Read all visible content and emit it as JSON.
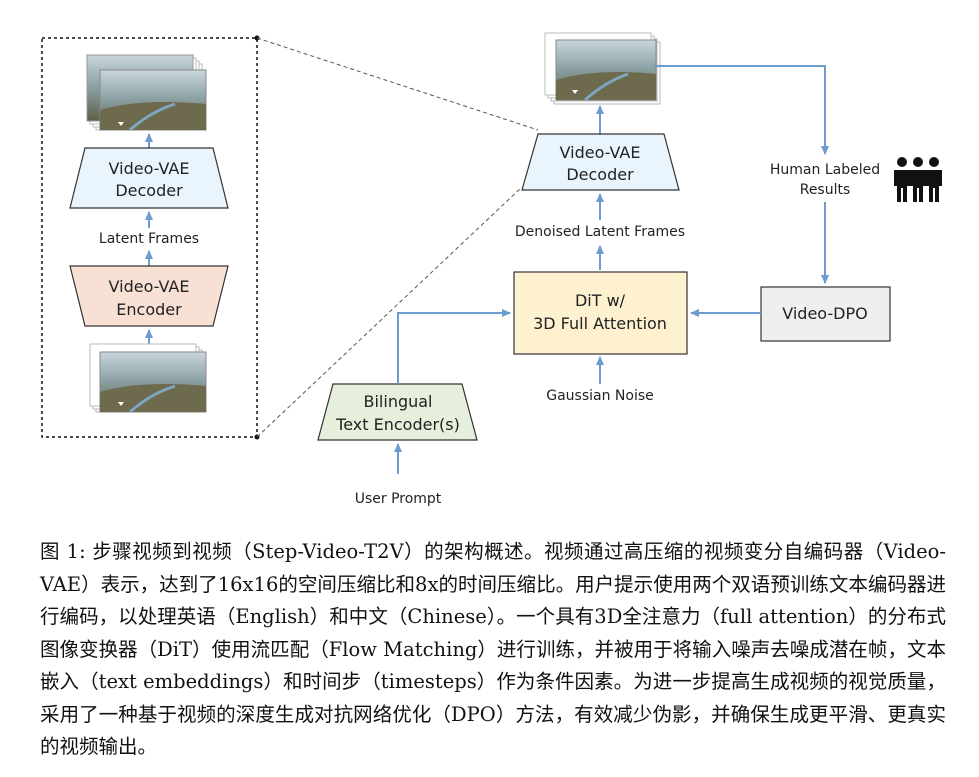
{
  "diagram": {
    "left_panel": {
      "decoder_lines": [
        "Video-VAE",
        "Decoder"
      ],
      "latent_frames": "Latent Frames",
      "encoder_lines": [
        "Video-VAE",
        "Encoder"
      ]
    },
    "main": {
      "decoder_lines": [
        "Video-VAE",
        "Decoder"
      ],
      "denoised": "Denoised Latent Frames",
      "dit_lines": [
        "DiT w/",
        "3D Full Attention"
      ],
      "gaussian": "Gaussian Noise",
      "text_encoder_lines": [
        "Bilingual",
        "Text Encoder(s)"
      ],
      "user_prompt": "User Prompt",
      "human_lines": [
        "Human Labeled",
        "Results"
      ],
      "video_dpo": "Video-DPO"
    },
    "colors": {
      "arrow": "#6b9bd1",
      "decoder_fill": "#eaf4fc",
      "encoder_fill": "#f8e1d4",
      "dit_fill": "#fdf1d0",
      "text_encoder_fill": "#e5efdc",
      "dpo_fill": "#efefef"
    },
    "icons": {
      "people": "group-of-people-icon",
      "video": "video-frames-thumbnail"
    }
  },
  "caption": {
    "text": "图 1: 步骤视频到视频（Step-Video-T2V）的架构概述。视频通过高压缩的视频变分自编码器（Video-VAE）表示，达到了16x16的空间压缩比和8x的时间压缩比。用户提示使用两个双语预训练文本编码器进行编码，以处理英语（English）和中文（Chinese）。一个具有3D全注意力（full attention）的分布式图像变换器（DiT）使用流匹配（Flow Matching）进行训练，并被用于将输入噪声去噪成潜在帧，文本嵌入（text embeddings）和时间步（timesteps）作为条件因素。为进一步提高生成视频的视觉质量，采用了一种基于视频的深度生成对抗网络优化（DPO）方法，有效减少伪影，并确保生成更平滑、更真实的视频输出。"
  }
}
